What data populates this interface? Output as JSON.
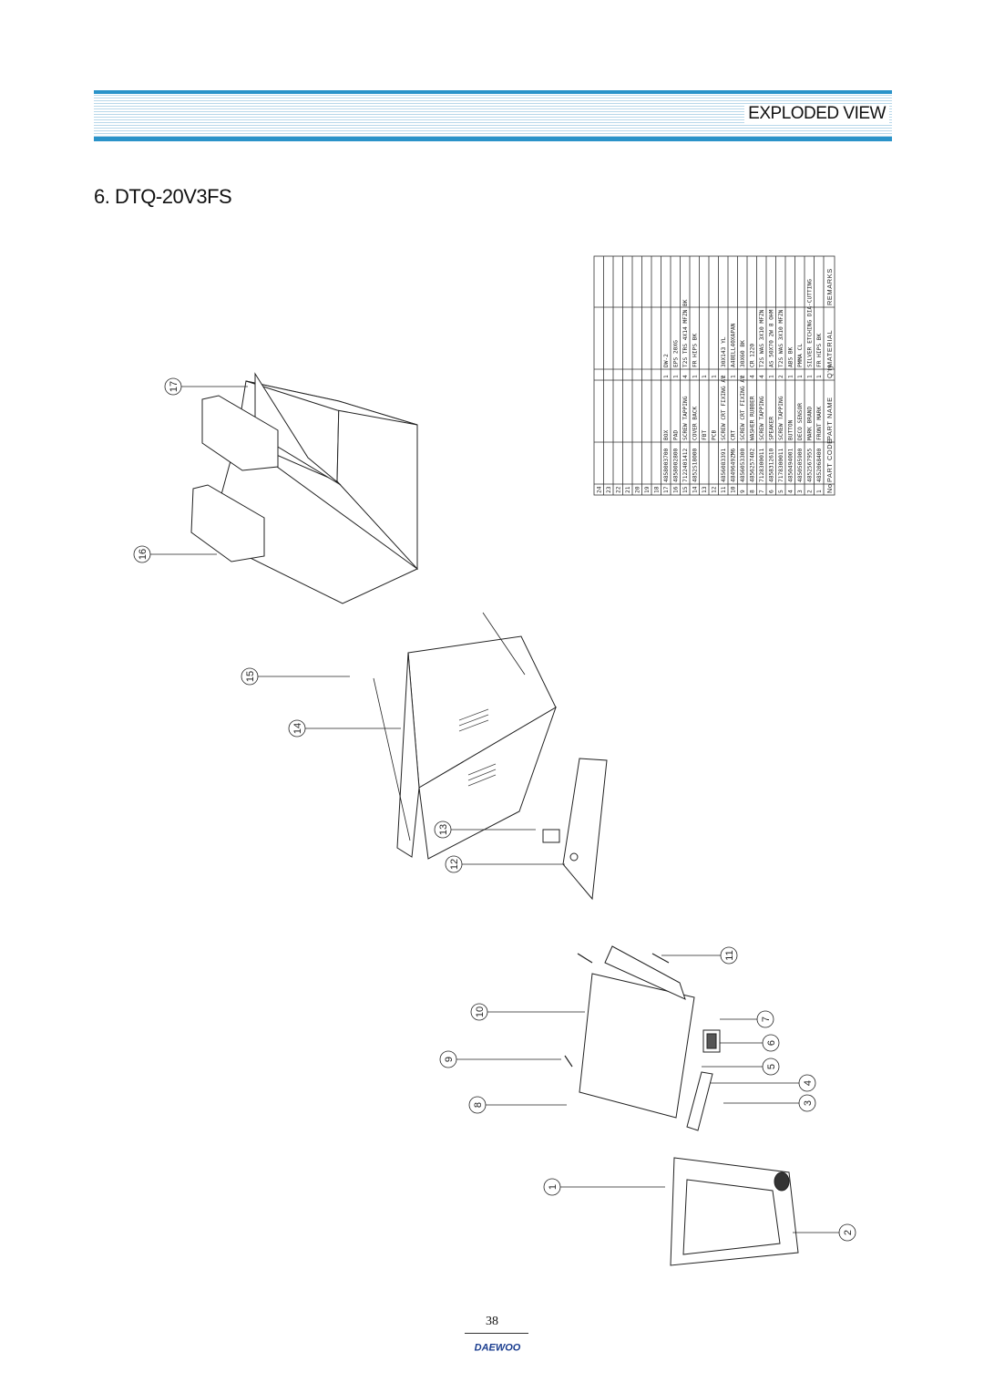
{
  "header": {
    "section_title": "EXPLODED VIEW",
    "model_title": "6. DTQ-20V3FS"
  },
  "bom": {
    "headers": {
      "no": "No",
      "code": "PART CODE",
      "name": "PART NAME",
      "qty": "Q'ty",
      "material": "MATERIAL",
      "remarks": "REMARKS"
    },
    "rows": [
      {
        "no": "1",
        "code": "4852068400",
        "name": "FRONT MARK",
        "qty": "1",
        "material": "FR HIPS BK"
      },
      {
        "no": "2",
        "code": "4852567955",
        "name": "MARK BRAND",
        "qty": "1",
        "material": "SILVER ETCHING DIA-CUTTING"
      },
      {
        "no": "3",
        "code": "4850505900",
        "name": "DECO SENSOR",
        "qty": "1",
        "material": "PMMA CL"
      },
      {
        "no": "4",
        "code": "4850494001",
        "name": "BUTTON",
        "qty": "1",
        "material": "ABS BK"
      },
      {
        "no": "5",
        "code": "7178300011",
        "name": "SCREW TAPPING",
        "qty": "2",
        "material": "T2S WAS 3X10 MFZN"
      },
      {
        "no": "6",
        "code": "4858312610",
        "name": "SPEAKER",
        "qty": "1",
        "material": "AS 50X70 2W 8 OHM"
      },
      {
        "no": "7",
        "code": "7128300011",
        "name": "SCREW TAPPING",
        "qty": "4",
        "material": "T2S WAS 3X10 MFZN"
      },
      {
        "no": "8",
        "code": "4856257402",
        "name": "WASHER RUBBER",
        "qty": "4",
        "material": "CR 1220"
      },
      {
        "no": "9",
        "code": "4856053300",
        "name": "SCREW CRT FIXING AY",
        "qty": "2",
        "material": "30X60 BK"
      },
      {
        "no": "10",
        "code": "4849649ZM6",
        "name": "CRT",
        "qty": "1",
        "material": "A48ELL40XAPAN"
      },
      {
        "no": "11",
        "code": "4856083391",
        "name": "SCREW CRT FIXING AY",
        "qty": "2",
        "material": "30X143 YL"
      },
      {
        "no": "12",
        "code": "",
        "name": "PCB",
        "qty": "1",
        "material": ""
      },
      {
        "no": "13",
        "code": "",
        "name": "FBT",
        "qty": "1",
        "material": ""
      },
      {
        "no": "14",
        "code": "4852S18000",
        "name": "COVER BACK",
        "qty": "1",
        "material": "FR HIPS BK"
      },
      {
        "no": "15",
        "code": "7122401412",
        "name": "SCREW TAPPING",
        "qty": "4",
        "material": "T2S TRS 4X14 MFZN BK"
      },
      {
        "no": "16",
        "code": "4858002800",
        "name": "PAD",
        "qty": "1",
        "material": "EPS 20XG"
      },
      {
        "no": "17",
        "code": "4858003700",
        "name": "BOX",
        "qty": "1",
        "material": "DW-2"
      },
      {
        "no": "18"
      },
      {
        "no": "19"
      },
      {
        "no": "20"
      },
      {
        "no": "21"
      },
      {
        "no": "22"
      },
      {
        "no": "23"
      },
      {
        "no": "24"
      }
    ]
  },
  "callouts": [
    "1",
    "2",
    "3",
    "4",
    "5",
    "6",
    "7",
    "8",
    "9",
    "10",
    "11",
    "12",
    "13",
    "14",
    "15",
    "16",
    "17"
  ],
  "footer": {
    "page_number": "38",
    "brand": "DAEWOO",
    "brand_color": "#1a3d8f"
  }
}
